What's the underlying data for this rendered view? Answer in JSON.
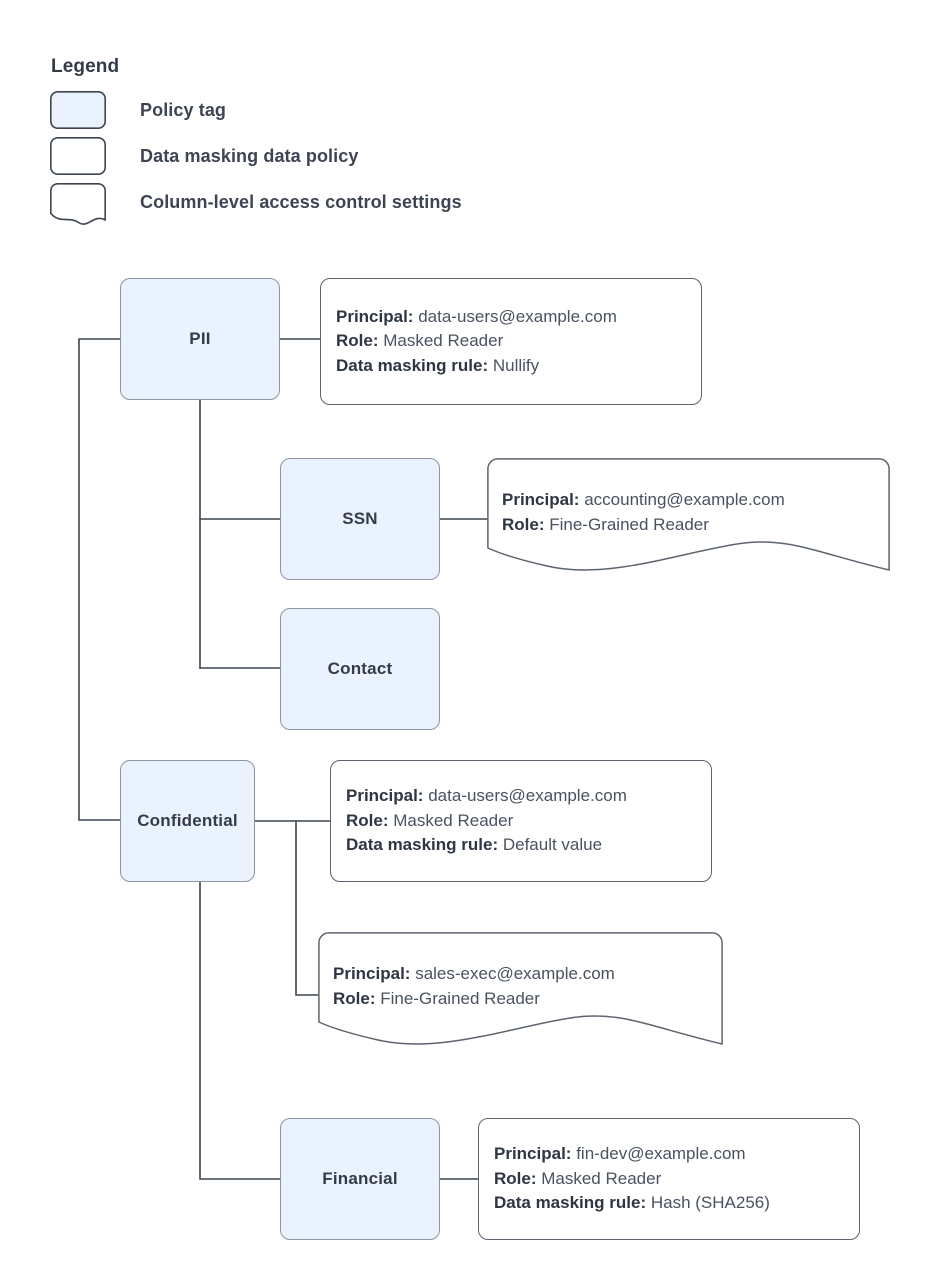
{
  "legend": {
    "title": "Legend",
    "items": [
      {
        "icon": "filled-rounded-rect-swatch",
        "label": "Policy tag"
      },
      {
        "icon": "outlined-rounded-rect-swatch",
        "label": "Data masking data policy"
      },
      {
        "icon": "torn-bottom-rect-swatch",
        "label": "Column-level access control settings"
      }
    ]
  },
  "colors": {
    "tag_fill": "#eaf2fd",
    "tag_border": "#8a96a8",
    "box_border": "#5c6470",
    "connector": "#3d4552",
    "label_text": "#2e3643",
    "value_text": "#4a5260"
  },
  "nodes": {
    "pii": {
      "label": "PII"
    },
    "ssn": {
      "label": "SSN"
    },
    "contact": {
      "label": "Contact"
    },
    "confidential": {
      "label": "Confidential"
    },
    "financial": {
      "label": "Financial"
    }
  },
  "policies": {
    "pii_masking": {
      "type": "data-masking-data-policy",
      "principal_key": "Principal:",
      "principal_value": "data-users@example.com",
      "role_key": "Role:",
      "role_value": "Masked Reader",
      "rule_key": "Data masking rule:",
      "rule_value": "Nullify"
    },
    "ssn_access": {
      "type": "column-level-access-control-settings",
      "principal_key": "Principal:",
      "principal_value": "accounting@example.com",
      "role_key": "Role:",
      "role_value": "Fine-Grained Reader"
    },
    "confidential_masking": {
      "type": "data-masking-data-policy",
      "principal_key": "Principal:",
      "principal_value": "data-users@example.com",
      "role_key": "Role:",
      "role_value": "Masked Reader",
      "rule_key": "Data masking rule:",
      "rule_value": "Default value"
    },
    "confidential_access": {
      "type": "column-level-access-control-settings",
      "principal_key": "Principal:",
      "principal_value": "sales-exec@example.com",
      "role_key": "Role:",
      "role_value": "Fine-Grained Reader"
    },
    "financial_masking": {
      "type": "data-masking-data-policy",
      "principal_key": "Principal:",
      "principal_value": "fin-dev@example.com",
      "role_key": "Role:",
      "role_value": "Masked Reader",
      "rule_key": "Data masking rule:",
      "rule_value": "Hash (SHA256)"
    }
  }
}
